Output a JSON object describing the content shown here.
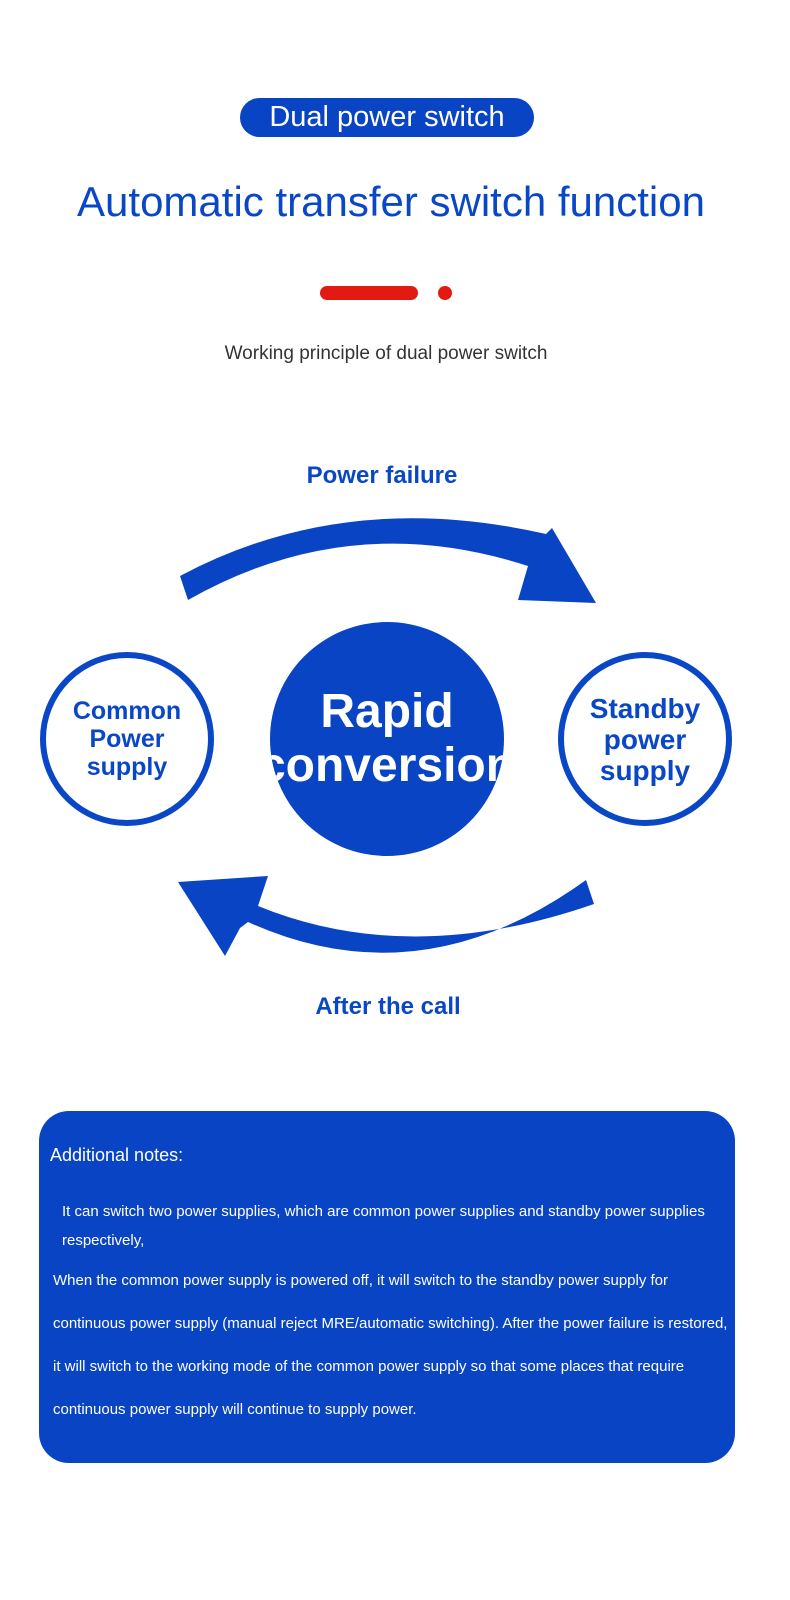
{
  "header": {
    "badge": "Dual power switch",
    "title": "Automatic transfer switch function",
    "subtitle": "Working principle of dual power switch"
  },
  "diagram": {
    "top_label": "Power failure",
    "bottom_label": "After the call",
    "left_circle": "Common\nPower\nsupply",
    "center_circle": "Rapid\nconversion",
    "right_circle": "Standby\npower\nsupply"
  },
  "notes": {
    "title": "Additional notes:",
    "paragraph_1": "It can switch two power supplies, which are common power supplies and standby power supplies respectively,",
    "paragraph_2": "When the common power supply is powered off, it will switch to the standby power supply for continuous power supply (manual reject MRE/automatic switching). After the power failure is restored, it will switch to the working mode of the common power supply so that some places that require continuous power supply will continue to supply power."
  },
  "colors": {
    "brand_blue": "#0844c4",
    "accent_red": "#e21a12"
  },
  "icons": [
    "arrow-right-icon",
    "arrow-left-icon"
  ]
}
